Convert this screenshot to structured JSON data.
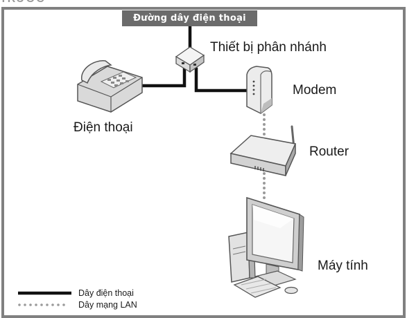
{
  "header_cut_text": "TRƯỚC",
  "line_label": "Đường dây điện thoại",
  "devices": {
    "splitter": "Thiết bị phân nhánh",
    "modem": "Modem",
    "phone": "Điện thoại",
    "router": "Router",
    "computer": "Máy tính"
  },
  "legend": {
    "phone_line": "Dây điện thoại",
    "lan_line": "Dây mạng LAN"
  },
  "colors": {
    "frame": "#808080",
    "label_bg": "#6b6b6b",
    "cable": "#111111",
    "lan_dots": "#9a9a9a"
  }
}
